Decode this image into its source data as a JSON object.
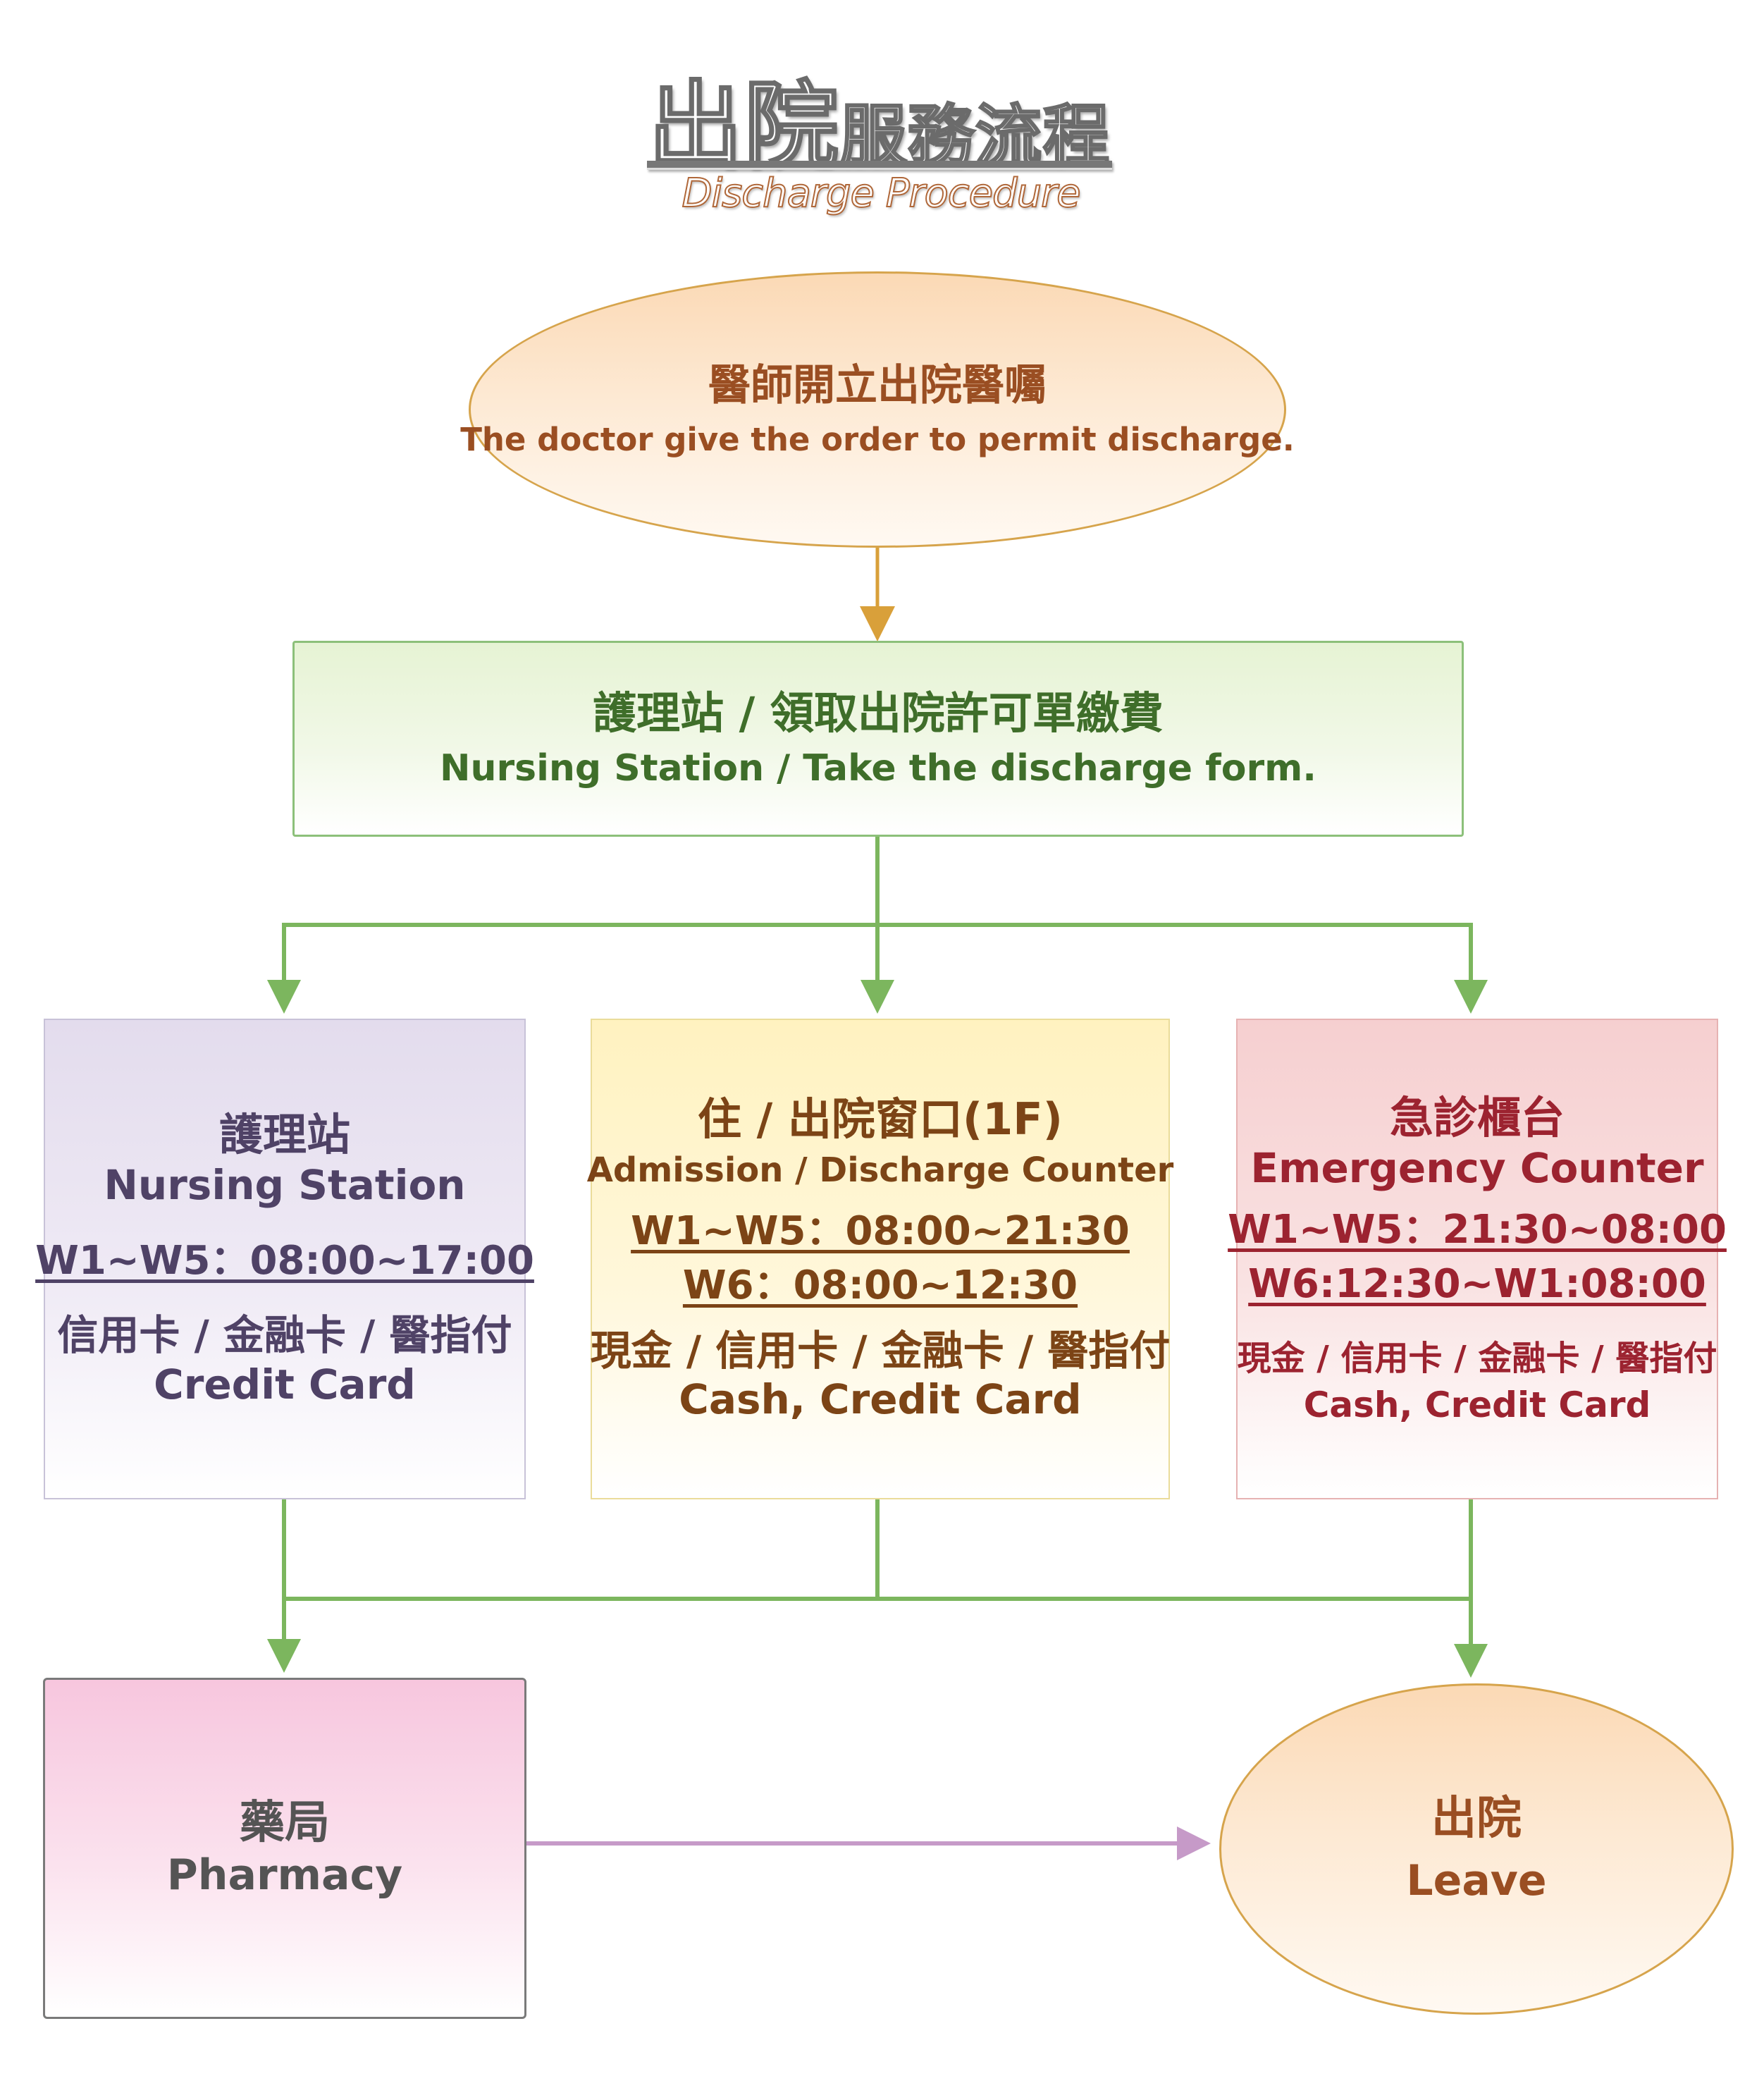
{
  "title": {
    "main_big": "出院",
    "main_small": "服務流程",
    "subtitle": "Discharge Procedure"
  },
  "nodes": {
    "doctor": {
      "zh": "醫師開立出院醫囑",
      "en": "The doctor give the order to permit discharge."
    },
    "nursing_form": {
      "zh": "護理站 / 領取出院許可單繳費",
      "en": "Nursing Station / Take the discharge form."
    },
    "nursing_station": {
      "zh": "護理站",
      "en": "Nursing Station",
      "hours": [
        "W1~W5：08:00~17:00"
      ],
      "payment_zh": "信用卡 / 金融卡 / 醫指付",
      "payment_en": "Credit Card"
    },
    "admission_counter": {
      "zh": "住 / 出院窗口(1F)",
      "en": "Admission / Discharge Counter",
      "hours": [
        "W1~W5：08:00~21:30",
        "W6：08:00~12:30"
      ],
      "payment_zh": "現金 / 信用卡 / 金融卡 / 醫指付",
      "payment_en": "Cash, Credit Card"
    },
    "emergency_counter": {
      "zh": "急診櫃台",
      "en": "Emergency Counter",
      "hours": [
        "W1~W5：21:30~08:00",
        "W6:12:30~W1:08:00"
      ],
      "payment_zh": "現金 / 信用卡 / 金融卡 / 醫指付",
      "payment_en": "Cash, Credit Card"
    },
    "pharmacy": {
      "zh": "藥局",
      "en": "Pharmacy"
    },
    "leave": {
      "zh": "出院",
      "en": "Leave"
    }
  },
  "colors": {
    "arrow_orange": "#d9a03a",
    "arrow_green": "#7cb65e",
    "arrow_purple": "#c69ac8"
  }
}
